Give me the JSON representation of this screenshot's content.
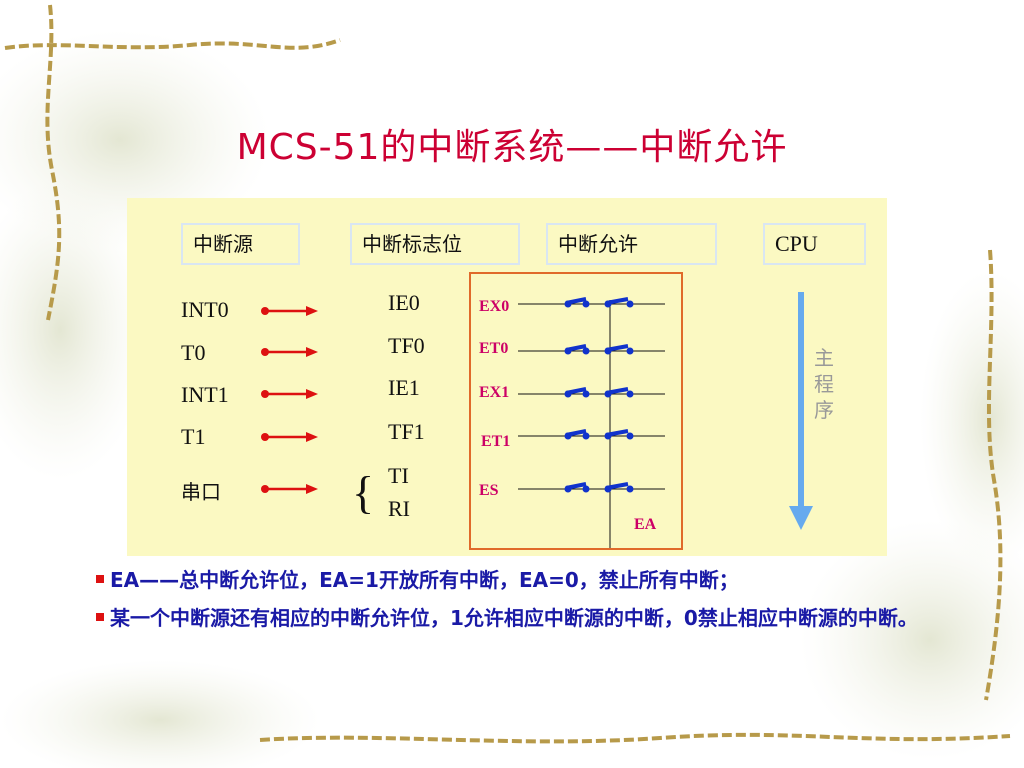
{
  "title": "MCS-51的中断系统——中断允许",
  "headers": {
    "source": "中断源",
    "flag": "中断标志位",
    "enable": "中断允许",
    "cpu": "CPU"
  },
  "sources": [
    "INT0",
    "T0",
    "INT1",
    "T1",
    "串口"
  ],
  "flags": [
    "IE0",
    "TF0",
    "IE1",
    "TF1",
    "TI",
    "RI"
  ],
  "enable_bits": [
    "EX0",
    "ET0",
    "EX1",
    "ET1",
    "ES"
  ],
  "global_enable": "EA",
  "cpu_label": "主程序",
  "bullets": [
    "EA——总中断允许位，EA=1开放所有中断，EA=0，禁止所有中断；",
    "某一个中断源还有相应的中断允许位，1允许相应中断源的中断，0禁止相应中断源的中断。"
  ],
  "colors": {
    "title": "#cc0033",
    "panel": "#fbf9c2",
    "arrow_red": "#dd1111",
    "switch_blue": "#1133cc",
    "cpu_arrow": "#66aaee",
    "enable_text": "#cc0066",
    "bullet_text": "#1a1aa6",
    "box_border": "#e06a2a"
  }
}
